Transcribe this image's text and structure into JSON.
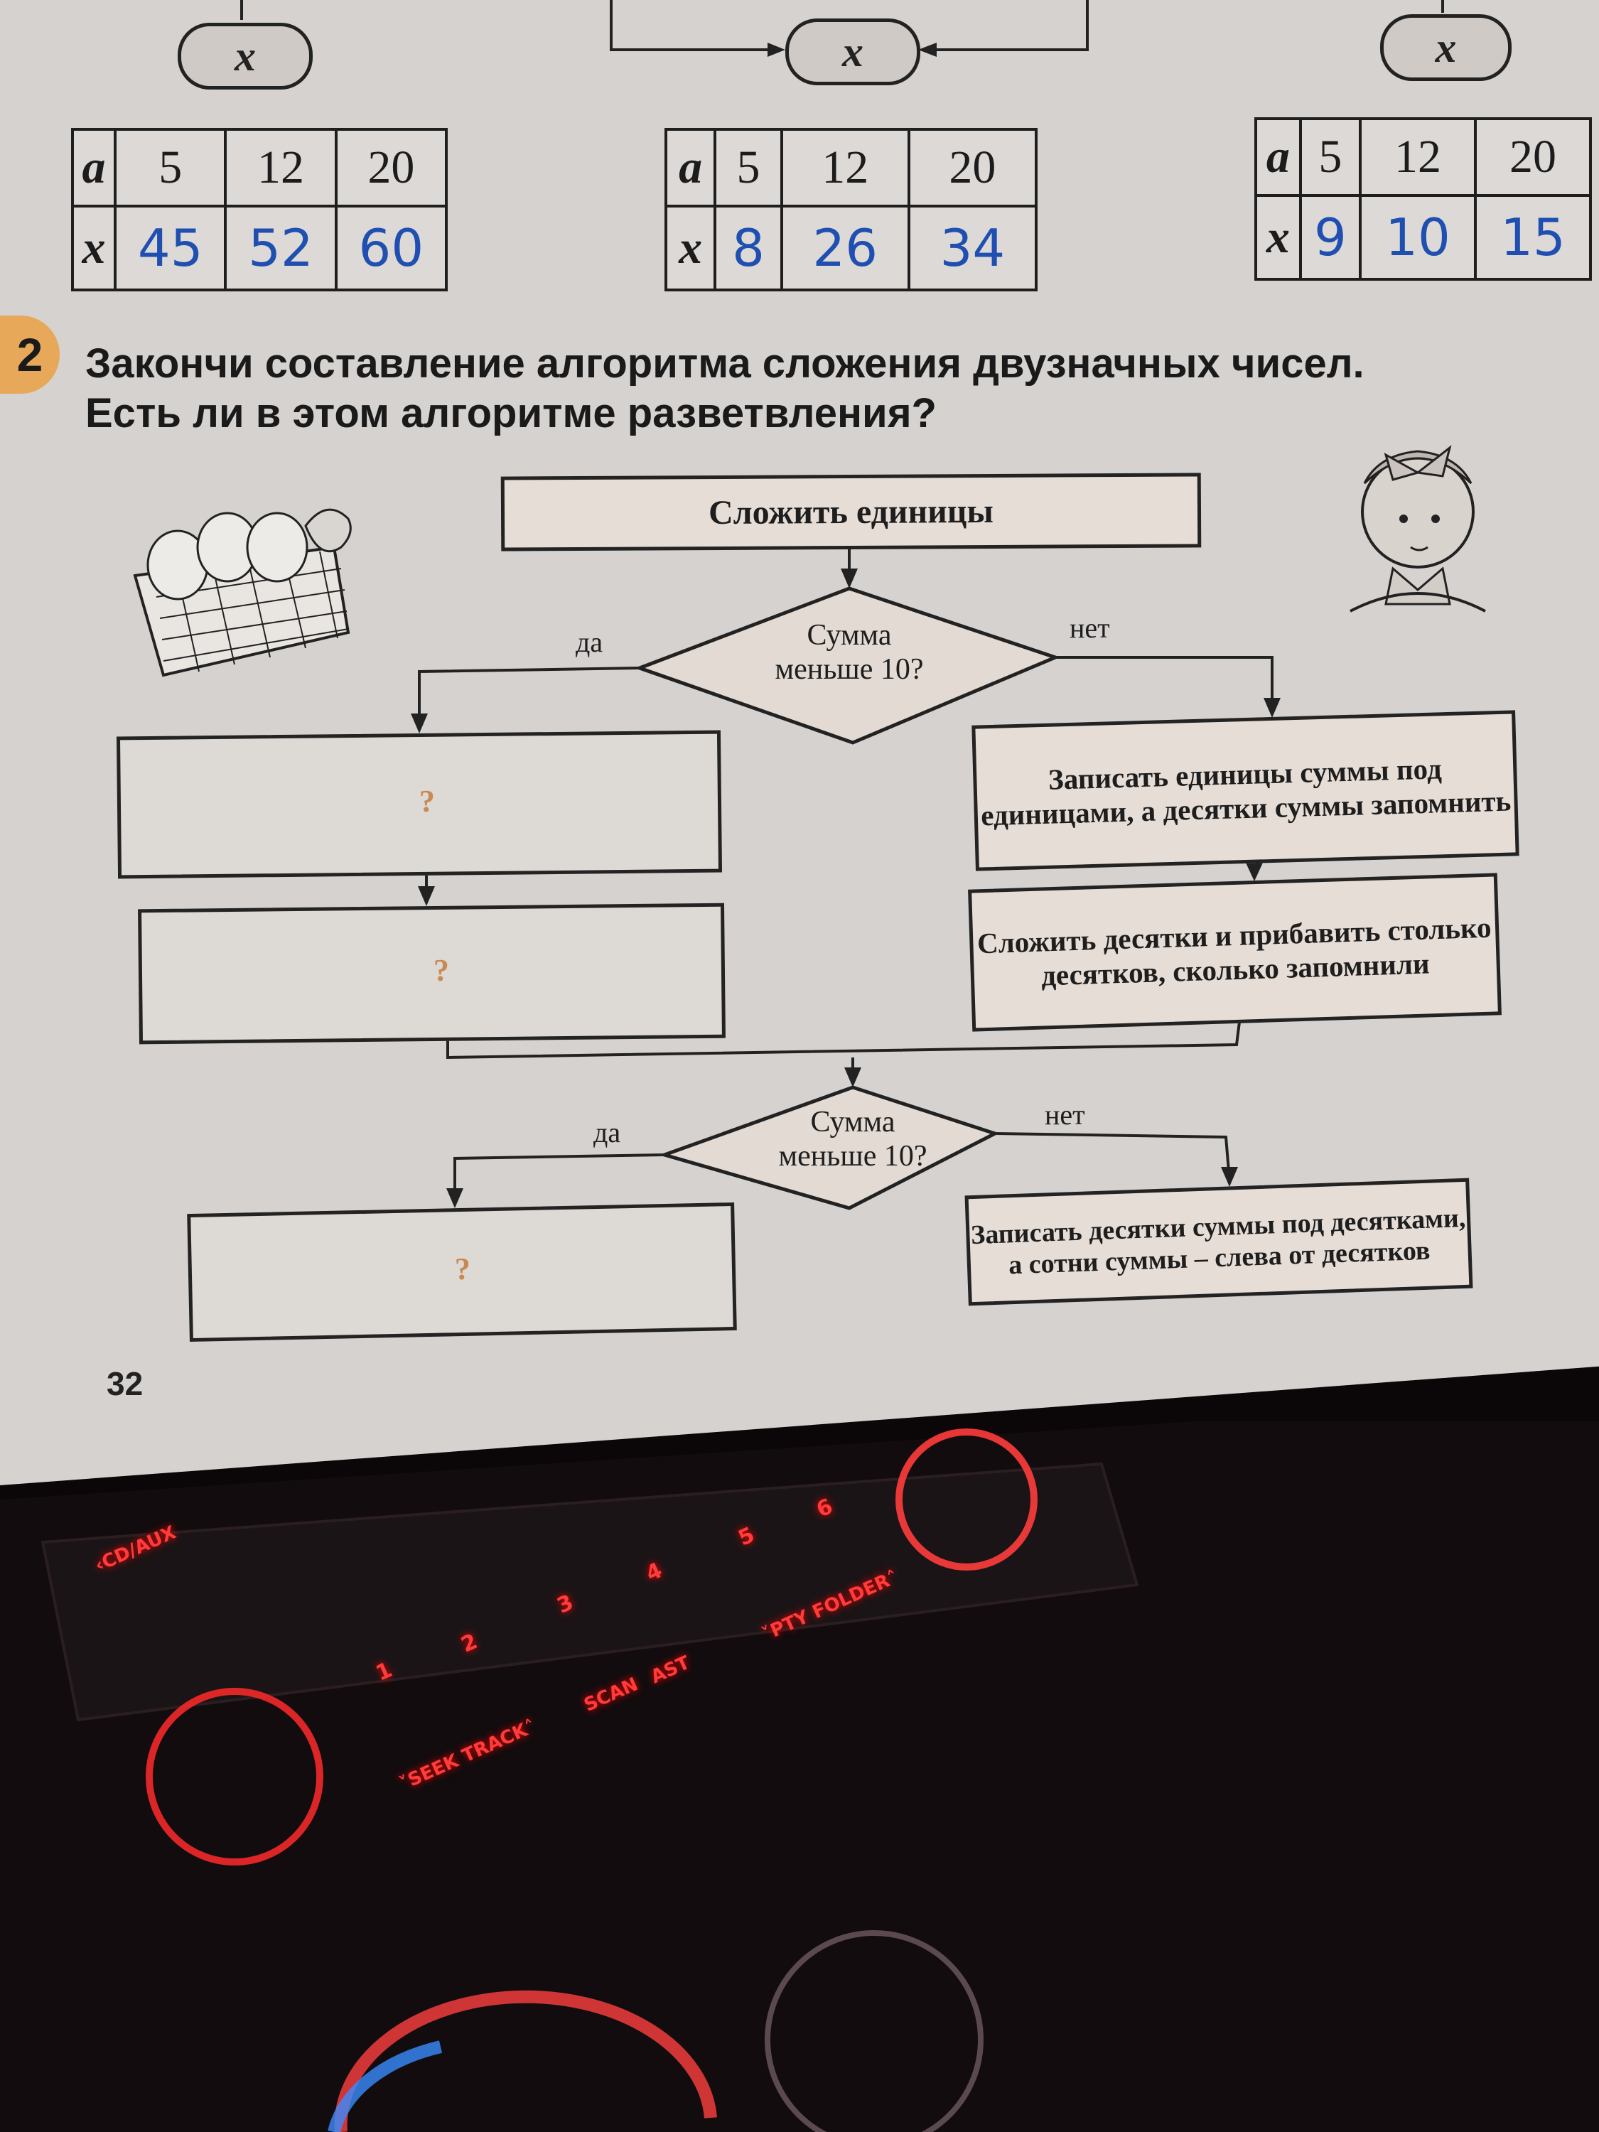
{
  "top_tables": [
    {
      "a_label": "a",
      "x_label": "x",
      "a_values": [
        "5",
        "12",
        "20"
      ],
      "x_values": [
        "45",
        "52",
        "60"
      ],
      "out": "x"
    },
    {
      "a_label": "a",
      "x_label": "x",
      "a_values": [
        "5",
        "12",
        "20"
      ],
      "x_values": [
        "8",
        "26",
        "34"
      ],
      "out": "x"
    },
    {
      "a_label": "a",
      "x_label": "x",
      "a_values": [
        "5",
        "12",
        "20"
      ],
      "x_values": [
        "9",
        "10",
        "15"
      ],
      "out": "x"
    }
  ],
  "task": {
    "number": "2",
    "line1": "Закончи составление алгоритма сложения двузначных чисел.",
    "line2": "Есть ли в этом алгоритме разветвления?"
  },
  "flowchart": {
    "start": "Сложить единицы",
    "decision1_l1": "Сумма",
    "decision1_l2": "меньше 10?",
    "yes": "да",
    "no": "нет",
    "no1_box": "Записать единицы суммы под единицами, а десятки суммы запомнить",
    "no2_box": "Сложить десятки и прибавить столько десятков, сколько запомнили",
    "decision2_l1": "Сумма",
    "decision2_l2": "меньше 10?",
    "no3_box": "Записать десятки суммы под десятками, а сотни суммы – слева от десятков",
    "placeholder": "?"
  },
  "page_number": "32",
  "radio": {
    "presets": [
      "1",
      "2",
      "3",
      "4",
      "5",
      "6"
    ],
    "cd_aux": "‹CD/AUX",
    "seek": "˅SEEK TRACK˄",
    "scan": "SCAN",
    "ast": "AST",
    "pty": "˅PTY FOLDER˄"
  }
}
